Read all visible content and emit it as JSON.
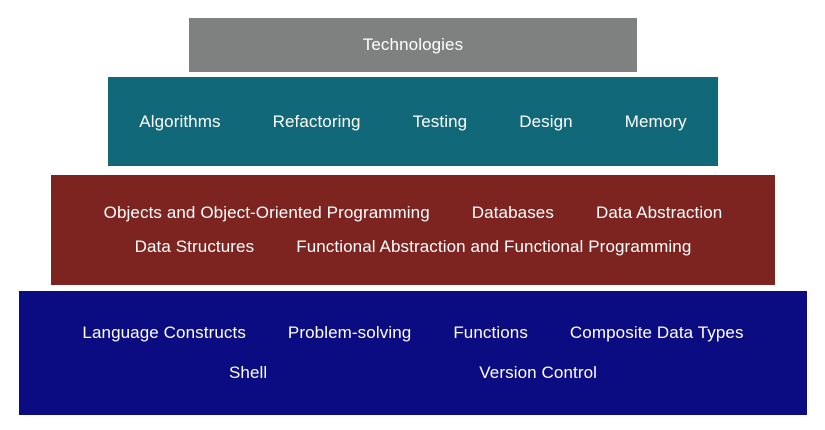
{
  "diagram": {
    "type": "layered-pyramid",
    "background_color": "#ffffff",
    "tiers": [
      {
        "name": "technologies",
        "color": "#7f8080",
        "rows": [
          {
            "items": [
              "Technologies"
            ]
          }
        ]
      },
      {
        "name": "core-skills",
        "color": "#106878",
        "rows": [
          {
            "items": [
              "Algorithms",
              "Refactoring",
              "Testing",
              "Design",
              "Memory"
            ]
          }
        ]
      },
      {
        "name": "abstractions",
        "color": "#7d2420",
        "rows": [
          {
            "items": [
              "Objects and Object-Oriented Programming",
              "Databases",
              "Data Abstraction"
            ]
          },
          {
            "items": [
              "Data Structures",
              "Functional Abstraction and Functional Programming"
            ]
          }
        ]
      },
      {
        "name": "foundations",
        "color": "#0b0b82",
        "rows": [
          {
            "items": [
              "Language Constructs",
              "Problem-solving",
              "Functions",
              "Composite Data Types"
            ]
          },
          {
            "items": [
              "Shell",
              "Version Control"
            ]
          }
        ]
      }
    ]
  }
}
